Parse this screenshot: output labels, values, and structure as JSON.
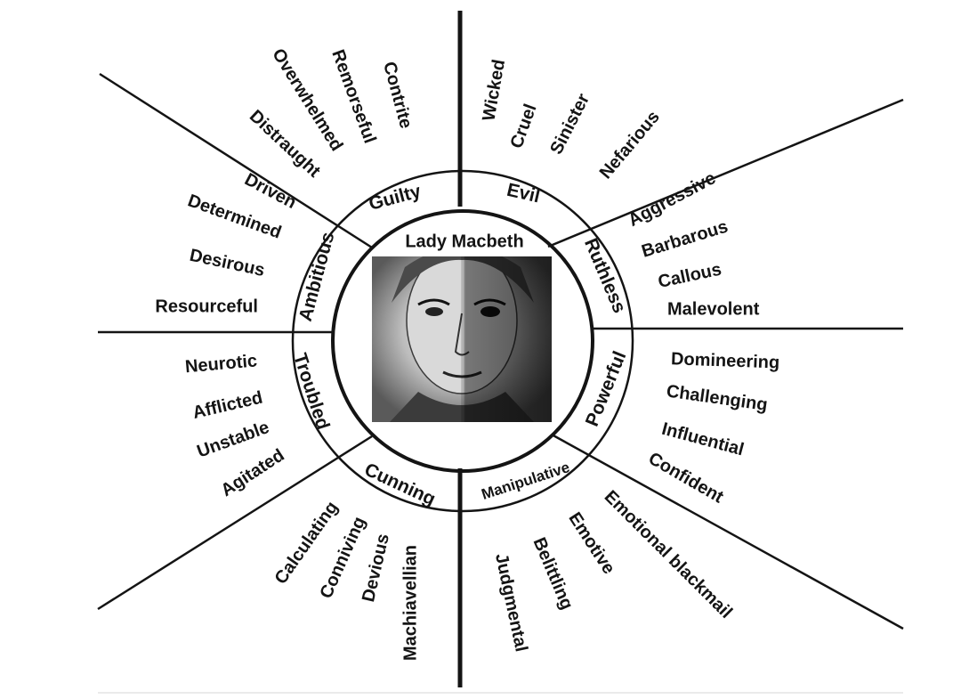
{
  "center": {
    "title": "Lady Macbeth",
    "portrait_alt": "sketch-portrait"
  },
  "colors": {
    "ink": "#141414",
    "background": "#ffffff"
  },
  "categories": [
    {
      "id": "guilty",
      "label": "Guilty",
      "traits": [
        "Contrite",
        "Remorseful",
        "Overwhelmed",
        "Distraught"
      ]
    },
    {
      "id": "evil",
      "label": "Evil",
      "traits": [
        "Wicked",
        "Cruel",
        "Sinister",
        "Nefarious"
      ]
    },
    {
      "id": "ruthless",
      "label": "Ruthless",
      "traits": [
        "Aggressive",
        "Barbarous",
        "Callous",
        "Malevolent"
      ]
    },
    {
      "id": "powerful",
      "label": "Powerful",
      "traits": [
        "Domineering",
        "Challenging",
        "Influential",
        "Confident"
      ]
    },
    {
      "id": "manipulative",
      "label": "Manipulative",
      "traits": [
        "Emotional blackmail",
        "Emotive",
        "Belittling",
        "Judgmental"
      ]
    },
    {
      "id": "cunning",
      "label": "Cunning",
      "traits": [
        "Machiavellian",
        "Devious",
        "Conniving",
        "Calculating"
      ]
    },
    {
      "id": "troubled",
      "label": "Troubled",
      "traits": [
        "Agitated",
        "Unstable",
        "Afflicted",
        "Neurotic"
      ]
    },
    {
      "id": "ambitious",
      "label": "Ambitious",
      "traits": [
        "Resourceful",
        "Desirous",
        "Determined",
        "Driven"
      ]
    }
  ]
}
